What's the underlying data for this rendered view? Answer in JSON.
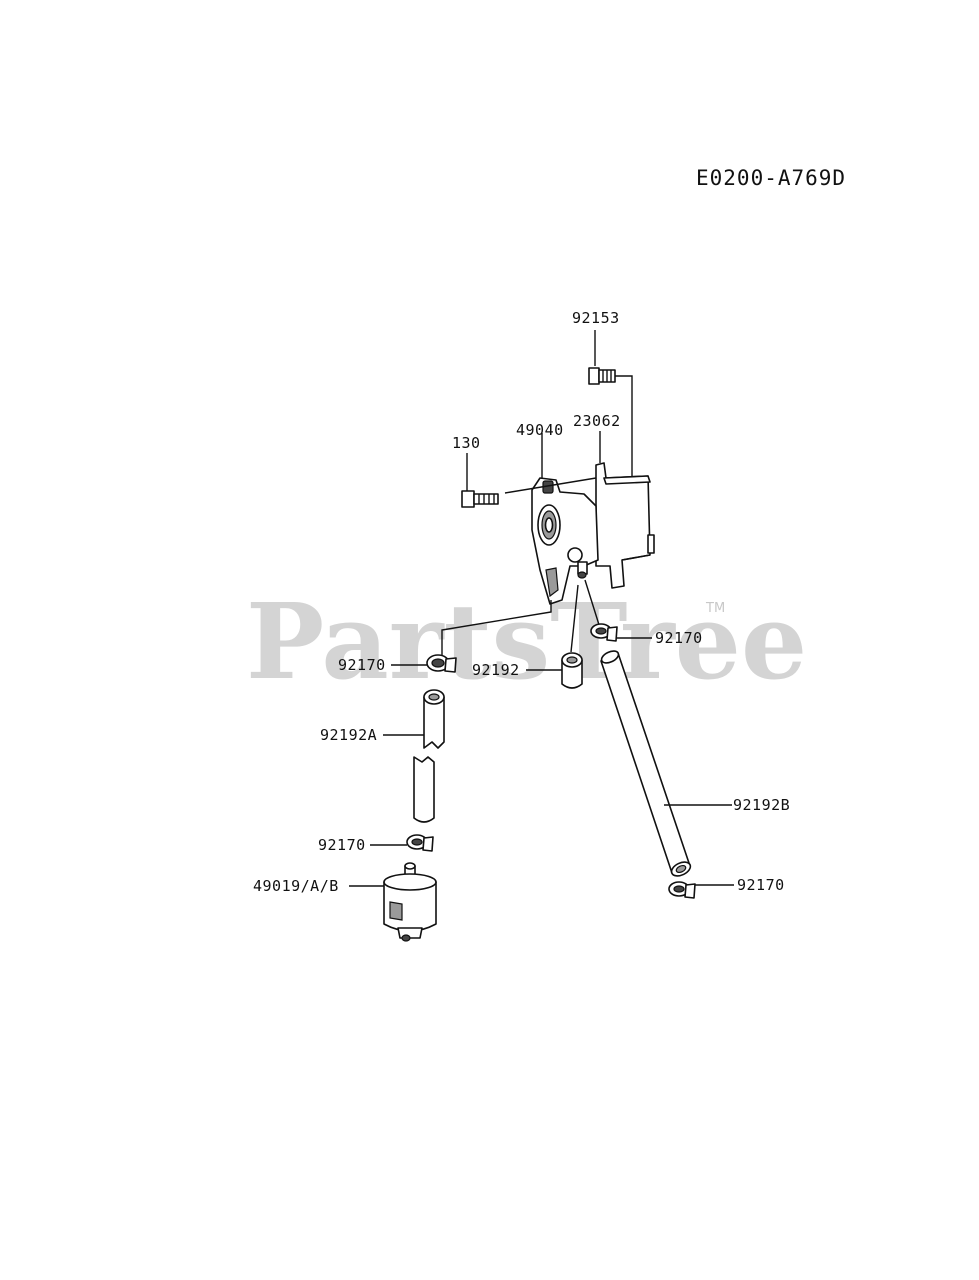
{
  "diagram_code": "E0200-A769D",
  "watermark": {
    "text": "PartsTree",
    "trademark": "TM"
  },
  "callouts": {
    "bolt_top": "92153",
    "bolt_left": "130",
    "fuel_pump": "49040",
    "bracket": "23062",
    "clamp_upper_right": "92170",
    "clamp_upper_left": "92170",
    "hose_short": "92192",
    "hose_a": "92192A",
    "clamp_lower_left": "92170",
    "fuel_filter": "49019/A/B",
    "hose_b": "92192B",
    "clamp_lower_right": "92170"
  }
}
